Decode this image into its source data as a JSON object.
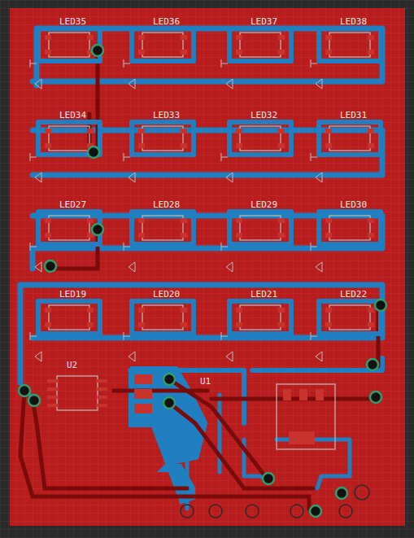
{
  "diagram": {
    "labels": [
      "LED35",
      "LED36",
      "LED37",
      "LED38",
      "LED34",
      "LED33",
      "LED32",
      "LED31",
      "LED27",
      "LED28",
      "LED29",
      "LED30",
      "LED19",
      "LED20",
      "LED21",
      "LED22",
      "U2",
      "U1"
    ]
  }
}
